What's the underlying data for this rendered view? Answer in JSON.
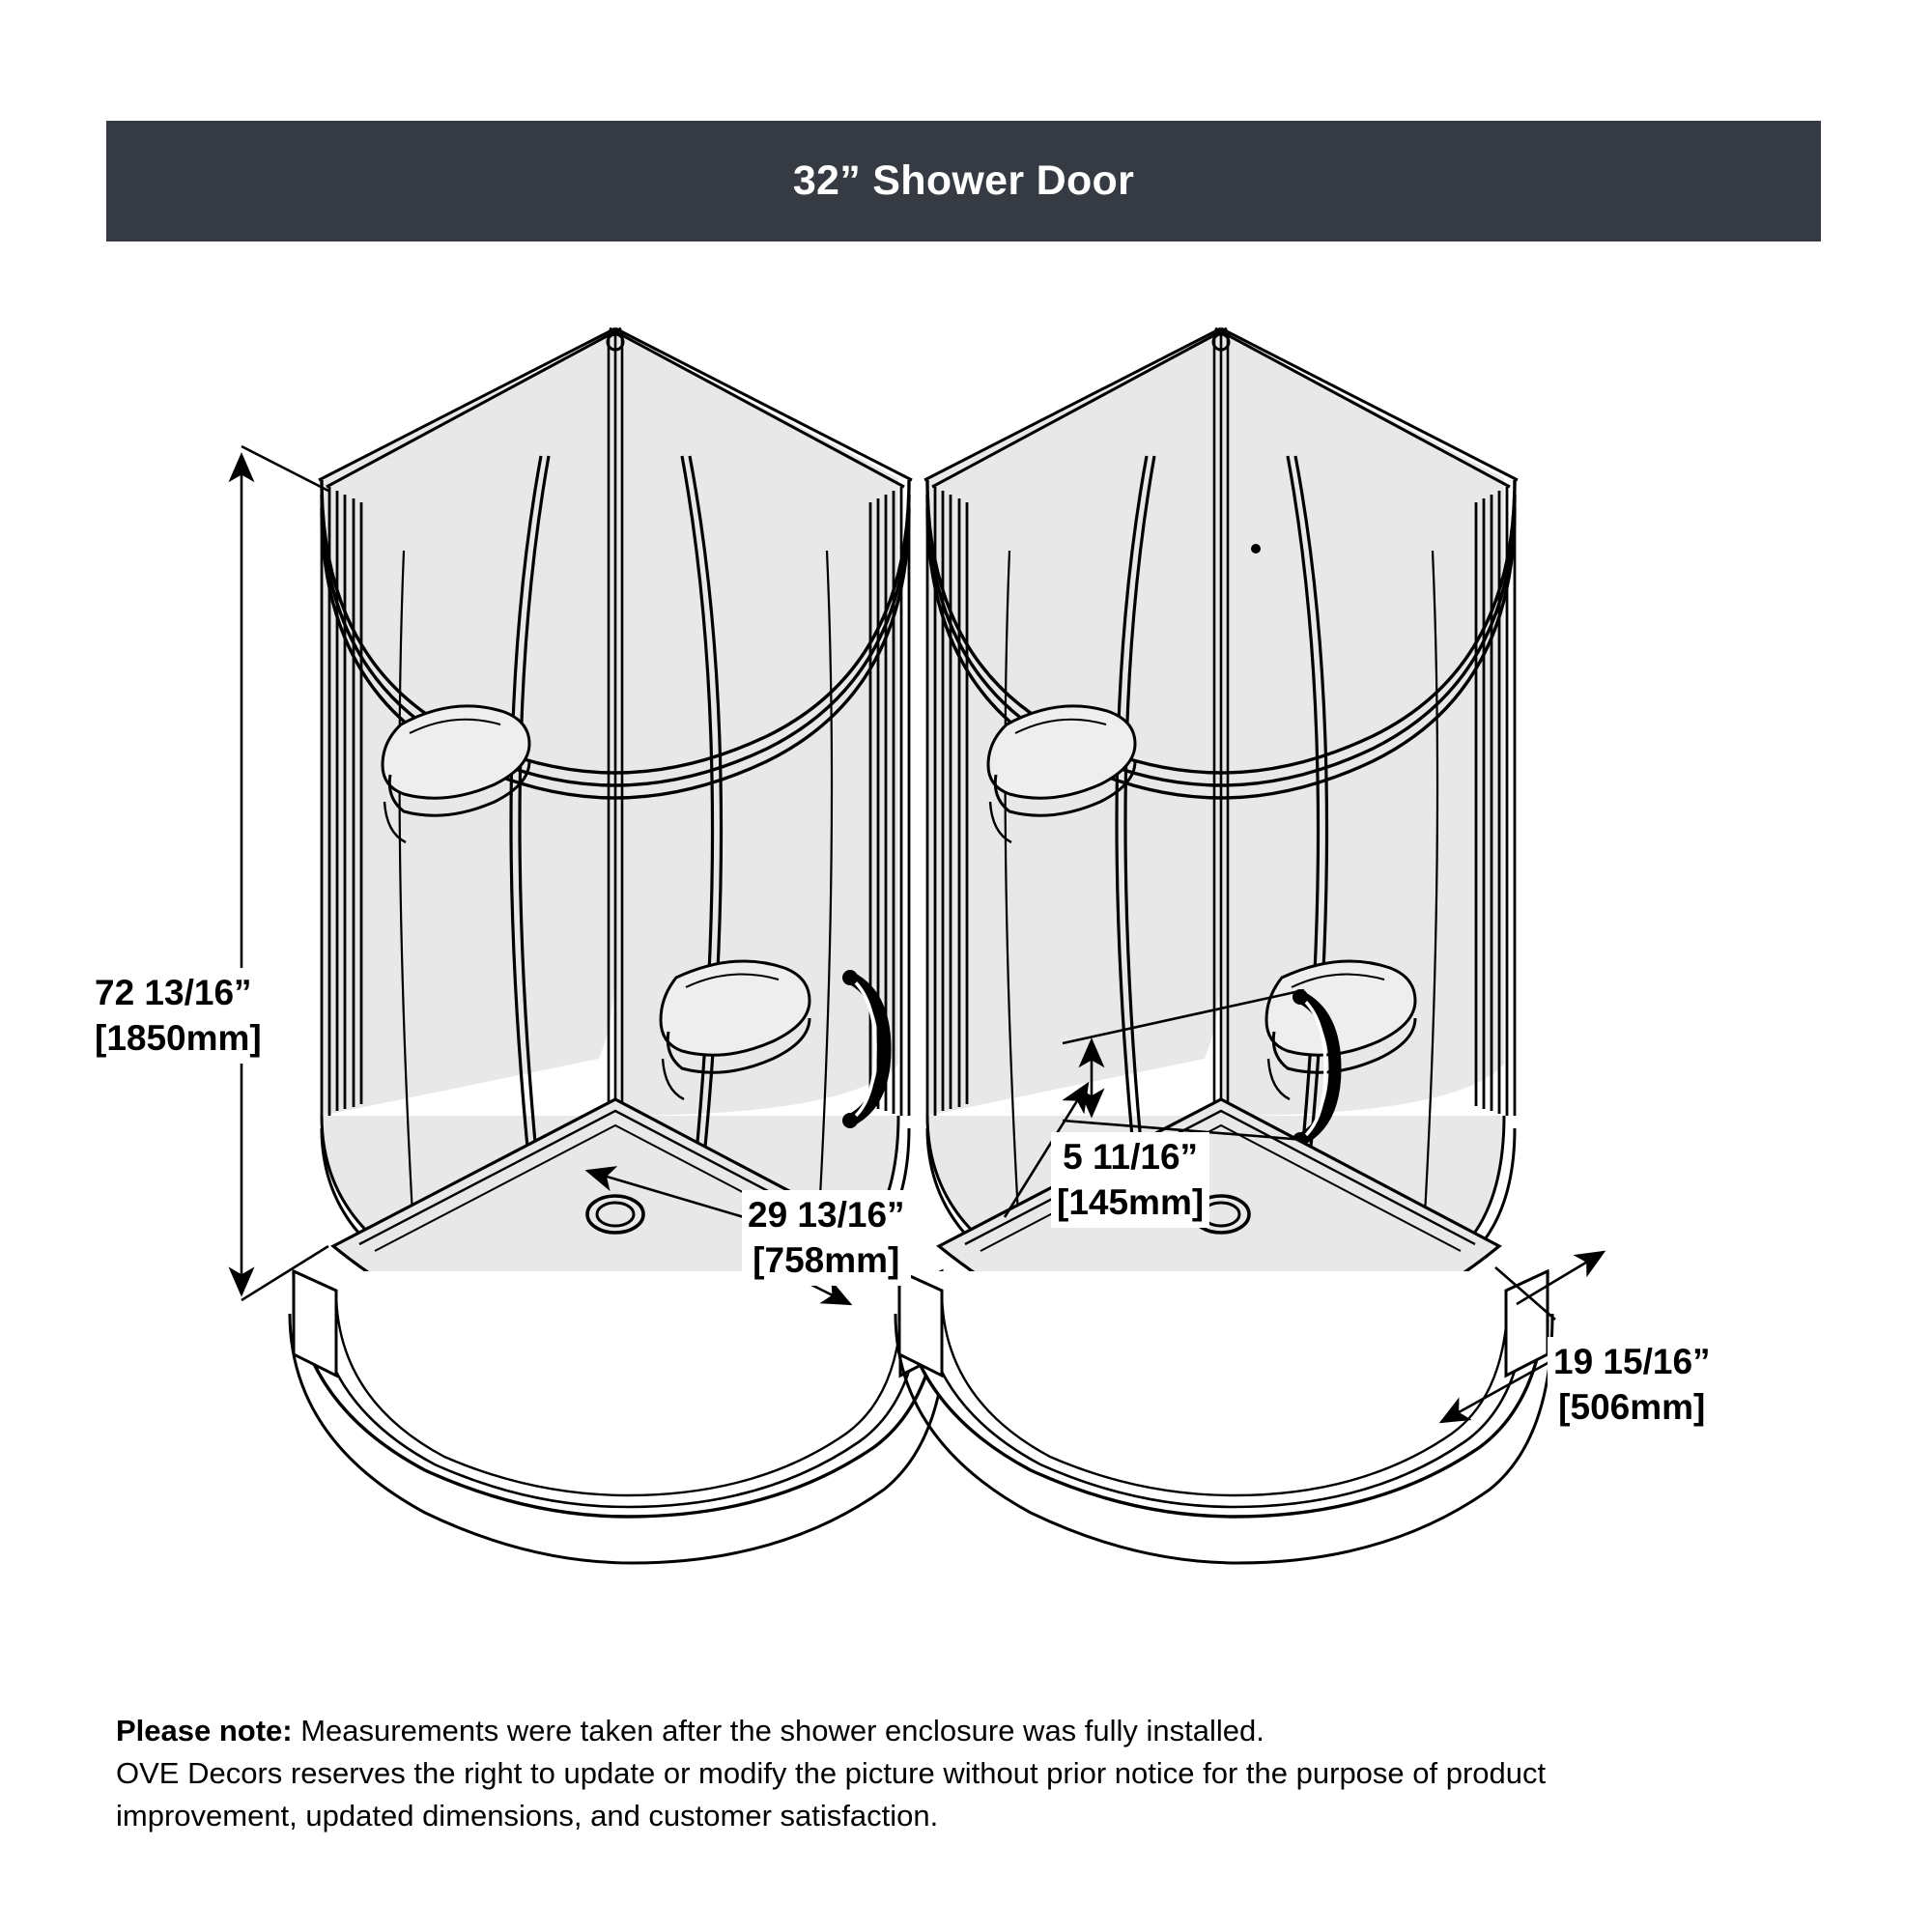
{
  "header": {
    "title": "32” Shower Door",
    "background_color": "#363a42",
    "text_color": "#ffffff"
  },
  "drawing": {
    "type": "technical-dimension-drawing",
    "product": "Corner round neo-round shower door enclosure",
    "views": [
      {
        "name": "front-left-view",
        "description": "Isometric view of corner shower enclosure showing height and width dimensions"
      },
      {
        "name": "front-right-view",
        "description": "Isometric view of corner shower enclosure showing handle height and depth dimensions"
      }
    ],
    "line_color": "#000000",
    "glass_fill": "#e6e6e6"
  },
  "dimensions": {
    "height": {
      "imperial": "72 13/16”",
      "metric": "[1850mm]"
    },
    "width": {
      "imperial": "29 13/16”",
      "metric": "[758mm]"
    },
    "handle": {
      "imperial": "5 11/16”",
      "metric": "[145mm]"
    },
    "depth": {
      "imperial": "19 15/16”",
      "metric": "[506mm]"
    }
  },
  "footer": {
    "label": "Please note:",
    "line1": " Measurements were taken after the shower enclosure was fully installed.",
    "line2": "OVE Decors reserves the right to update or modify the picture without prior notice for the purpose of product",
    "line3": "improvement, updated dimensions, and customer satisfaction."
  }
}
